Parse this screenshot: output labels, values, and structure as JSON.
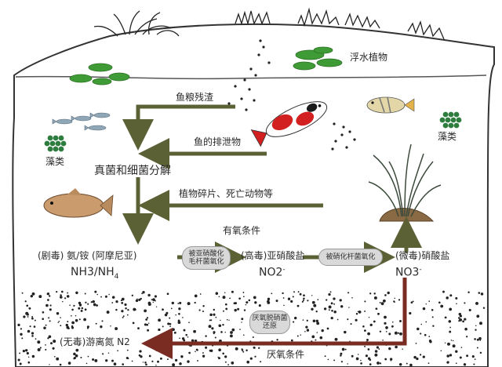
{
  "labels": {
    "floating_plants": "浮水植物",
    "fish_food_residue": "鱼粮残渣",
    "fish_excretion": "鱼的排泄物",
    "algae_left": "藻类",
    "algae_right": "藻类",
    "decomposition": "真菌和细菌分解",
    "plant_debris": "植物碎片、死亡动物等",
    "aerobic": "有氧条件",
    "ammonia": "(剧毒) 氨/铵 (阿摩尼亚)",
    "ammonia_formula_nh3": "NH3/NH",
    "ammonia_formula_sub": "4",
    "nitrite": "(高毒)亚硝酸盐",
    "nitrite_formula": "NO2",
    "nitrite_sup": "-",
    "nitrate": "(微毒)硝酸盐",
    "nitrate_formula": "NO3",
    "nitrate_sup": "-",
    "nitrogen": "(无毒)游离氮 N2",
    "anaerobic": "厌氧条件"
  },
  "process_pills": {
    "nitrosomonas_line1": "被亚硝酸化",
    "nitrosomonas_line2": "毛杆菌氧化",
    "nitrobacter": "被硝化杆菌氧化",
    "denitrify_line1": "厌氧脱硝菌",
    "denitrify_line2": "还原"
  },
  "colors": {
    "arrow": "#5b6035",
    "arrow_red": "#7a2b22",
    "lilypad": "#3f9b35",
    "algae": "#2e7d3f",
    "outline": "#333333",
    "pill_bg": "#d9d9d9"
  },
  "icons": [
    "grass-icon",
    "lilypad-icon",
    "algae-icon",
    "koi-fish-icon",
    "carp-fish-icon",
    "small-fish-icon",
    "tropical-fish-icon",
    "aquatic-plant-icon",
    "sediment-dots"
  ]
}
